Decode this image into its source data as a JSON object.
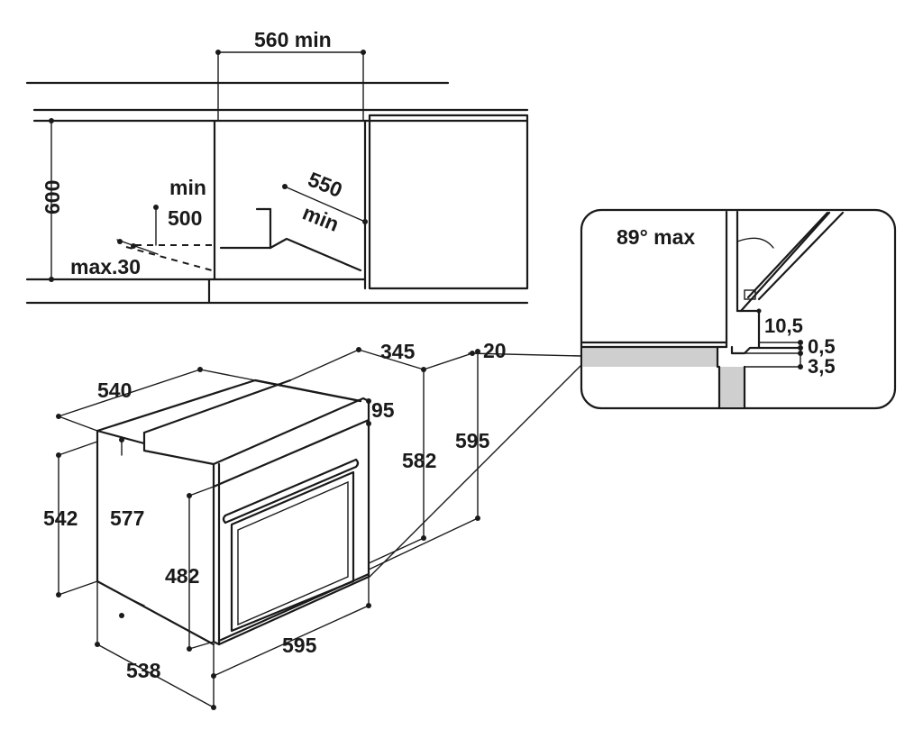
{
  "cabinet_top": {
    "dims": {
      "width_min": "560 min",
      "height": "600",
      "depth_min_value": "550",
      "depth_min_word": "min",
      "back_min_word": "min",
      "back_min_value": "500",
      "gap_max": "max.30"
    }
  },
  "oven": {
    "dims": {
      "depth_total": "540",
      "depth_top": "345",
      "front_thickness": "20",
      "panel_height": "95",
      "front_height": "595",
      "height_582": "582",
      "side_height": "542",
      "body_height": "577",
      "door_height": "482",
      "front_width": "595",
      "body_depth": "538"
    }
  },
  "detail": {
    "angle": "89° max",
    "dims": {
      "d1": "10,5",
      "d2": "0,5",
      "d3": "3,5"
    }
  },
  "colors": {
    "line": "#1a1a1a",
    "fill_grey": "#cfcfcf"
  }
}
